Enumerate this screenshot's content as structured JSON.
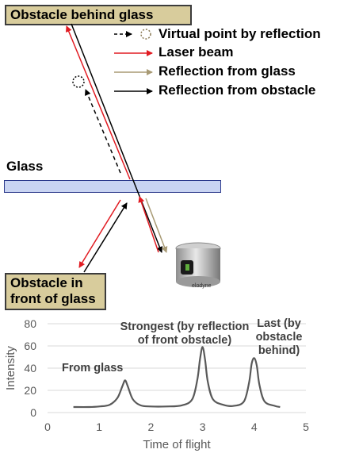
{
  "labels": {
    "obstacle_behind": "Obstacle behind glass",
    "obstacle_front_line1": "Obstacle in",
    "obstacle_front_line2": "front of glass",
    "glass": "Glass"
  },
  "legend": [
    {
      "label": "Virtual point by reflection",
      "style": "dashed",
      "color": "#000000",
      "marker": "dotted-circle"
    },
    {
      "label": "Laser beam",
      "style": "solid",
      "color": "#e11b22"
    },
    {
      "label": "Reflection from glass",
      "style": "solid",
      "color": "#a89a74"
    },
    {
      "label": "Reflection from obstacle",
      "style": "solid",
      "color": "#000000"
    }
  ],
  "sensor_brand": "elodyne",
  "chart_data": {
    "type": "line",
    "xlabel": "Time of flight",
    "ylabel": "Intensity",
    "xlim": [
      0,
      5
    ],
    "ylim": [
      0,
      80
    ],
    "xticks": [
      0,
      1,
      2,
      3,
      4,
      5
    ],
    "yticks": [
      0,
      20,
      40,
      60,
      80
    ],
    "grid": true,
    "x": [
      0.5,
      0.8,
      1.0,
      1.2,
      1.35,
      1.45,
      1.5,
      1.55,
      1.65,
      1.8,
      2.0,
      2.3,
      2.6,
      2.8,
      2.9,
      2.95,
      3.0,
      3.05,
      3.1,
      3.2,
      3.4,
      3.6,
      3.8,
      3.9,
      3.95,
      4.0,
      4.05,
      4.1,
      4.2,
      4.4,
      4.5
    ],
    "y": [
      5,
      5,
      5.5,
      7,
      13,
      24,
      29,
      24,
      12,
      6.5,
      5.5,
      5.5,
      6.5,
      12,
      30,
      48,
      59,
      47,
      28,
      12,
      7,
      6,
      10,
      27,
      44,
      49,
      42,
      25,
      10,
      6,
      5
    ],
    "annotations": [
      {
        "lines": [
          "From glass"
        ],
        "x": 1.5,
        "y": 29
      },
      {
        "lines": [
          "Strongest (by reflection",
          "of front obstacle)"
        ],
        "x": 3.0,
        "y": 59
      },
      {
        "lines": [
          "Last (by",
          "obstacle",
          "behind)"
        ],
        "x": 4.0,
        "y": 49
      }
    ]
  }
}
